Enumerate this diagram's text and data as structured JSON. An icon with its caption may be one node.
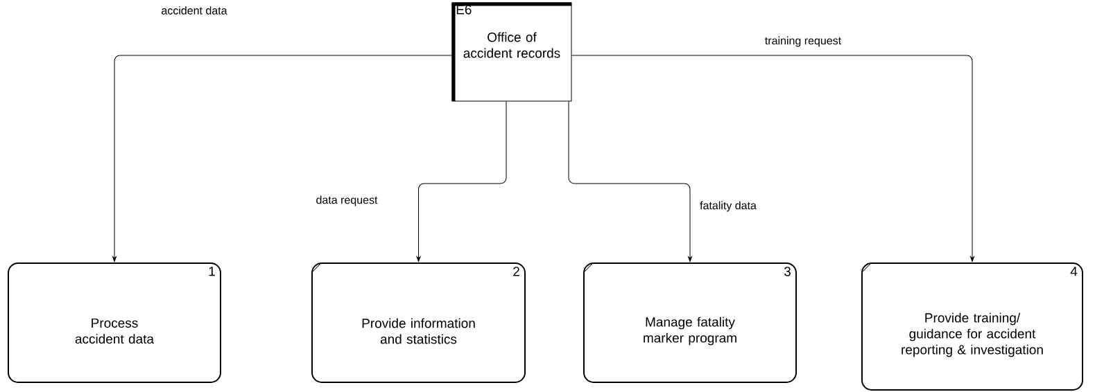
{
  "diagram": {
    "nodes": [
      {
        "text": [
          "E6",
          "Office of accident records"
        ]
      },
      {
        "text": [
          "1",
          "Process accident data"
        ]
      },
      {
        "text": [
          "2",
          "Provide information and statistics"
        ]
      },
      {
        "text": [
          "3",
          "Manage fatality marker program"
        ]
      },
      {
        "text": [
          "4",
          "Provide training/ guidance for accident reporting & investigation"
        ]
      }
    ],
    "edges": [
      {
        "from": 0,
        "to": 1,
        "arrow": "to",
        "label": "accident data"
      },
      {
        "from": 0,
        "to": 2,
        "arrow": "to",
        "label": "data request"
      },
      {
        "from": 0,
        "to": 3,
        "arrow": "to",
        "label": "fatality data"
      },
      {
        "from": 0,
        "to": 4,
        "arrow": "to",
        "label": "training request"
      }
    ]
  }
}
